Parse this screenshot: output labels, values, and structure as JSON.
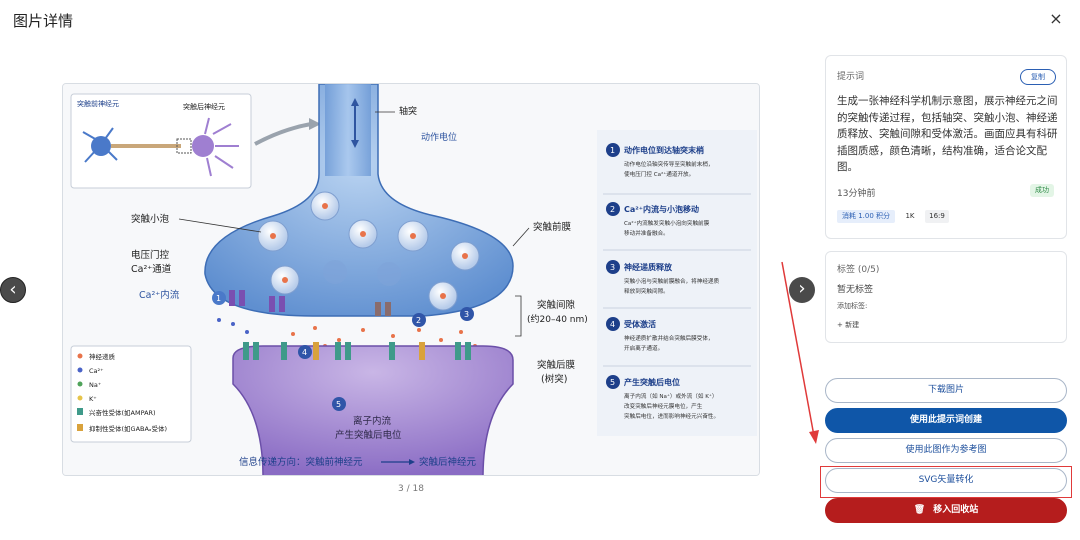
{
  "modal": {
    "title": "图片详情",
    "close_icon": "×",
    "prev_icon": "‹",
    "next_icon": "›",
    "pager": "3 / 18"
  },
  "figure": {
    "inset_left": "突触前神经元",
    "inset_right": "突触后神经元",
    "axon": "轴突",
    "action_potential": "动作电位",
    "vesicle": "突触小泡",
    "vg_channel_1": "电压门控",
    "vg_channel_2": "Ca²⁺通道",
    "ca_influx": "Ca²⁺内流",
    "presyn_membrane": "突触前膜",
    "cleft_1": "突触间隙",
    "cleft_2": "(约20–40 nm)",
    "postsyn_1": "突触后膜",
    "postsyn_2": "(树突)",
    "ion_influx_1": "离子内流",
    "ion_influx_2": "产生突触后电位",
    "direction": "信息传递方向：突触前神经元",
    "direction_end": "突触后神经元",
    "legend": [
      {
        "label": "神经递质",
        "color": "#e8734a"
      },
      {
        "label": "Ca²⁺",
        "color": "#4a63c7"
      },
      {
        "label": "Na⁺",
        "color": "#4fa35a"
      },
      {
        "label": "K⁺",
        "color": "#e6c44a"
      },
      {
        "label": "兴奋性受体(如AMPAR)",
        "color": "#3f9a8a"
      },
      {
        "label": "抑制性受体(如GABAₐ受体)",
        "color": "#d9a23c"
      }
    ],
    "steps": [
      {
        "num": "1",
        "title": "动作电位到达轴突末梢",
        "desc1": "动作电位沿轴突传导至突触前末梢，",
        "desc2": "使电压门控 Ca²⁺通道开放。",
        "desc3": ""
      },
      {
        "num": "2",
        "title": "Ca²⁺内流与小泡移动",
        "desc1": "Ca²⁺内流触发突触小泡向突触前膜",
        "desc2": "移动并准备融合。",
        "desc3": ""
      },
      {
        "num": "3",
        "title": "神经递质释放",
        "desc1": "突触小泡与突触前膜融合，将神经递质",
        "desc2": "释放到突触间隙。",
        "desc3": ""
      },
      {
        "num": "4",
        "title": "受体激活",
        "desc1": "神经递质扩散并结合突触后膜受体，",
        "desc2": "开启离子通道。",
        "desc3": ""
      },
      {
        "num": "5",
        "title": "产生突触后电位",
        "desc1": "离子内流（如 Na⁺）或外流（如 K⁺）",
        "desc2": "改变突触后神经元膜电位，产生",
        "desc3": "突触后电位，进而影响神经元兴奋性。"
      }
    ],
    "markers": [
      "1",
      "2",
      "3",
      "4",
      "5"
    ]
  },
  "prompt_card": {
    "label": "提示词",
    "copy_label": "复制",
    "text": "生成一张神经科学机制示意图，展示神经元之间的突触传递过程，包括轴突、突触小泡、神经递质释放、突触间隙和受体激活。画面应具有科研插图质感，颜色清晰，结构准确，适合论文配图。",
    "time": "13分钟前",
    "status": "成功",
    "credit": "消耗 1.00 积分",
    "resolution": "1K",
    "ratio": "16:9"
  },
  "tags_card": {
    "label": "标签 (0/5)",
    "empty": "暂无标签",
    "add_label": "添加标签:",
    "new_label": "+ 新建"
  },
  "actions": {
    "download": "下载图片",
    "create": "使用此提示词创建",
    "reference": "使用此图作为参考图",
    "svg": "SVG矢量转化",
    "trash": "移入回收站",
    "trash_icon": "🗑"
  }
}
